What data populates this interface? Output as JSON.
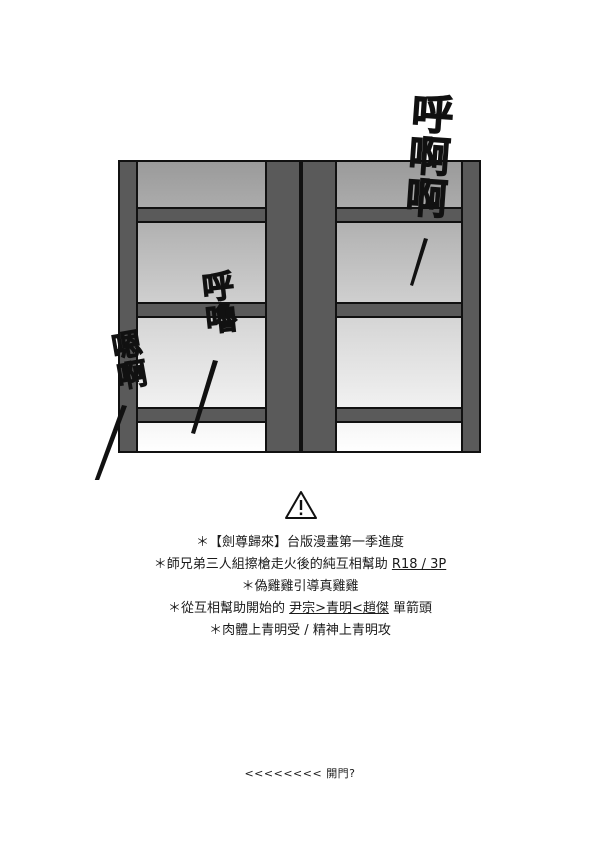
{
  "sfx": {
    "right": "呼啊啊",
    "middle": "呼嚕",
    "left": "嗯啊"
  },
  "notes": [
    {
      "bullet": "＊",
      "text": "【劍尊歸來】台版漫畫第一季進度"
    },
    {
      "bullet": "＊",
      "text": "師兄弟三人組擦槍走火後的純互相幫助",
      "underlined": "R18 / 3P"
    },
    {
      "bullet": "＊",
      "text": "偽雞雞引導真雞雞"
    },
    {
      "bullet": "＊",
      "text": "從互相幫助開始的",
      "underlined": "尹宗>青明<趙傑",
      "suffix": "單箭頭"
    },
    {
      "bullet": "＊",
      "text": "肉體上青明受 / 精神上青明攻"
    }
  ],
  "door": {
    "arrows": "<<<<<<<<",
    "label": "開門?"
  },
  "icons": {
    "warning": "warning-triangle-icon"
  },
  "colors": {
    "frame": "#5a5a5a",
    "outline": "#111111",
    "sky_top": "#9a9a9a",
    "sky_bottom": "#ffffff"
  }
}
